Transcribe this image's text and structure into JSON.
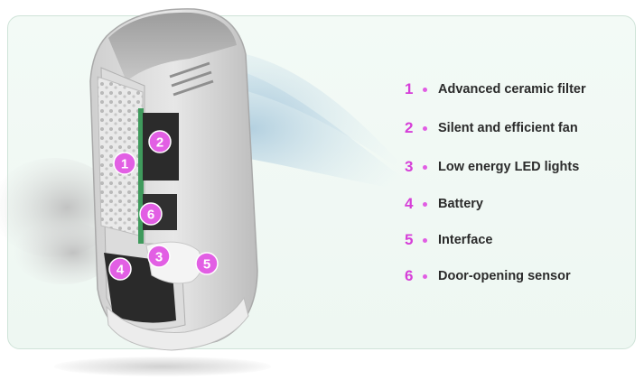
{
  "legend": {
    "items": [
      {
        "number": "1",
        "label": "Advanced ceramic filter"
      },
      {
        "number": "2",
        "label": "Silent and efficient fan"
      },
      {
        "number": "3",
        "label": "Low energy LED lights"
      },
      {
        "number": "4",
        "label": "Battery"
      },
      {
        "number": "5",
        "label": "Interface"
      },
      {
        "number": "6",
        "label": "Door-opening sensor"
      }
    ]
  },
  "badges": [
    "1",
    "2",
    "3",
    "4",
    "5",
    "6"
  ],
  "colors": {
    "accent": "#d63fd8",
    "badge_fill": "#e25fe4",
    "card_background": "#f1f9f4",
    "card_border": "#cfe3d8",
    "label_text": "#2b2b2b"
  }
}
